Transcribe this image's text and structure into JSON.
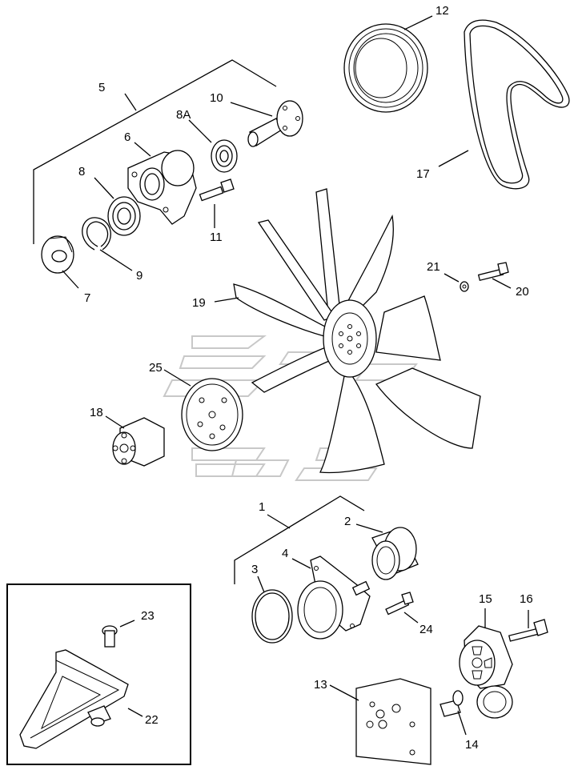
{
  "callouts": {
    "c1": "1",
    "c2": "2",
    "c3": "3",
    "c4": "4",
    "c5": "5",
    "c6": "6",
    "c7": "7",
    "c8": "8",
    "c8a": "8A",
    "c9": "9",
    "c10": "10",
    "c11": "11",
    "c12": "12",
    "c13": "13",
    "c14": "14",
    "c15": "15",
    "c16": "16",
    "c17": "17",
    "c18": "18",
    "c19": "19",
    "c20": "20",
    "c21": "21",
    "c22": "22",
    "c23": "23",
    "c24": "24",
    "c25": "25"
  }
}
